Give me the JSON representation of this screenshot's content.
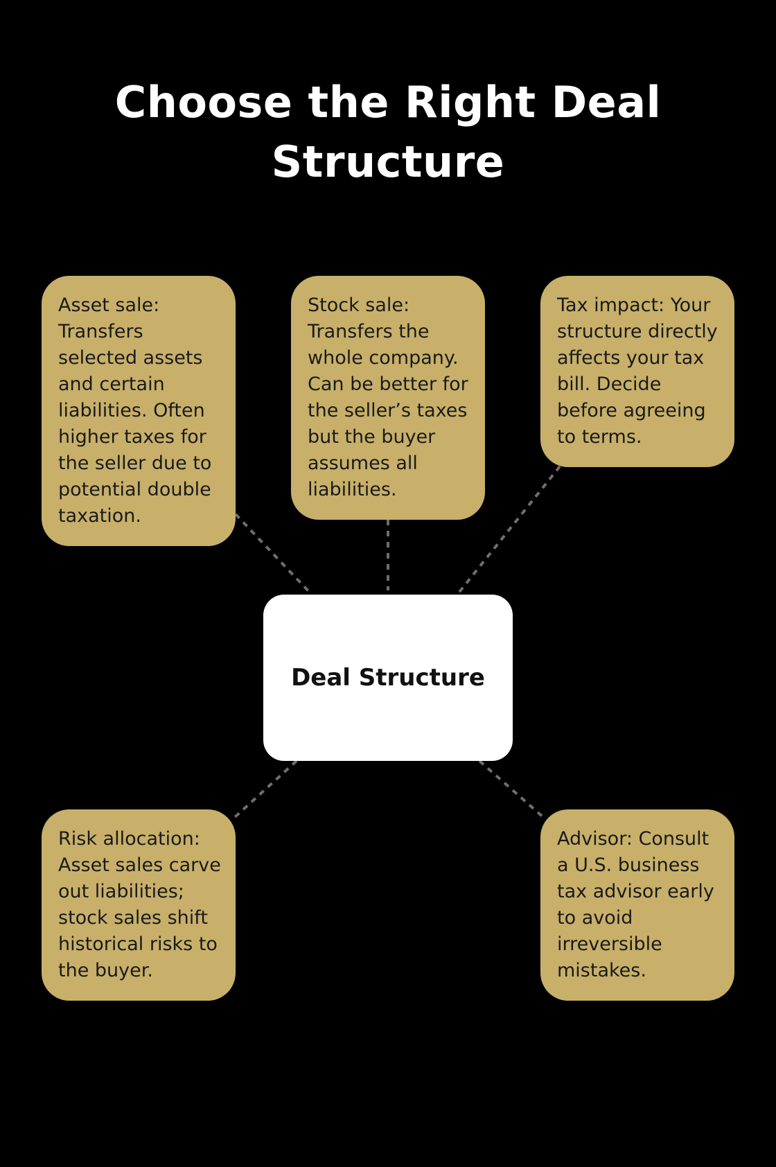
{
  "title": {
    "line1": "Choose the Right Deal",
    "line2": "Structure"
  },
  "center": {
    "label": "Deal Structure"
  },
  "cards": {
    "asset_sale": "Asset sale: Transfers selected assets and certain liabilities. Often higher taxes for the seller due to potential double taxation.",
    "stock_sale": "Stock sale: Transfers the whole company. Can be better for the seller’s taxes but the buyer assumes all liabilities.",
    "tax_impact": "Tax impact: Your structure directly affects your tax bill. Decide before agreeing to terms.",
    "risk_allocation": "Risk allocation: Asset sales carve out liabilities; stock sales shift historical risks to the buyer.",
    "advisor": "Advisor: Consult a U.S. business tax advisor early to avoid irreversible mistakes."
  },
  "colors": {
    "background": "#000000",
    "card": "#c8b06a",
    "center_box": "#ffffff",
    "connector": "#6e6e6e"
  }
}
